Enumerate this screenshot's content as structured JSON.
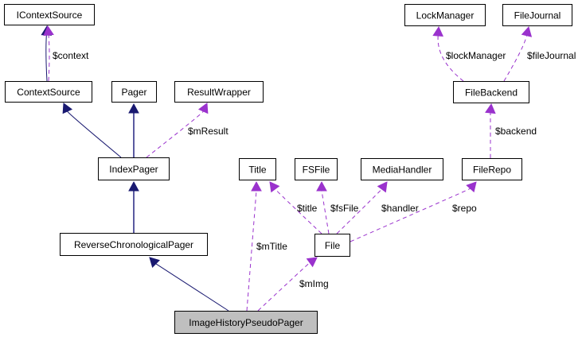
{
  "diagram": {
    "title": "ImageHistoryPseudoPager collaboration graph",
    "colors": {
      "inheritance": "#191970",
      "usage": "#9a32cd",
      "focus_fill": "#bfbfbf"
    },
    "nodes": [
      {
        "id": "IContextSource",
        "label": "IContextSource"
      },
      {
        "id": "ContextSource",
        "label": "ContextSource"
      },
      {
        "id": "Pager",
        "label": "Pager"
      },
      {
        "id": "ResultWrapper",
        "label": "ResultWrapper"
      },
      {
        "id": "IndexPager",
        "label": "IndexPager"
      },
      {
        "id": "ReverseChronologicalPager",
        "label": "ReverseChronologicalPager"
      },
      {
        "id": "LockManager",
        "label": "LockManager"
      },
      {
        "id": "FileJournal",
        "label": "FileJournal"
      },
      {
        "id": "FileBackend",
        "label": "FileBackend"
      },
      {
        "id": "Title",
        "label": "Title"
      },
      {
        "id": "FSFile",
        "label": "FSFile"
      },
      {
        "id": "MediaHandler",
        "label": "MediaHandler"
      },
      {
        "id": "FileRepo",
        "label": "FileRepo"
      },
      {
        "id": "File",
        "label": "File"
      },
      {
        "id": "ImageHistoryPseudoPager",
        "label": "ImageHistoryPseudoPager",
        "focus": true
      }
    ],
    "edges": [
      {
        "from": "ContextSource",
        "to": "IContextSource",
        "type": "inheritance",
        "label": ""
      },
      {
        "from": "ContextSource",
        "to": "IContextSource",
        "type": "usage",
        "label": "$context"
      },
      {
        "from": "IndexPager",
        "to": "ContextSource",
        "type": "inheritance",
        "label": ""
      },
      {
        "from": "IndexPager",
        "to": "Pager",
        "type": "inheritance",
        "label": ""
      },
      {
        "from": "IndexPager",
        "to": "ResultWrapper",
        "type": "usage",
        "label": "$mResult"
      },
      {
        "from": "ReverseChronologicalPager",
        "to": "IndexPager",
        "type": "inheritance",
        "label": ""
      },
      {
        "from": "ImageHistoryPseudoPager",
        "to": "ReverseChronologicalPager",
        "type": "inheritance",
        "label": ""
      },
      {
        "from": "ImageHistoryPseudoPager",
        "to": "Title",
        "type": "usage",
        "label": "$mTitle"
      },
      {
        "from": "ImageHistoryPseudoPager",
        "to": "File",
        "type": "usage",
        "label": "$mImg"
      },
      {
        "from": "File",
        "to": "Title",
        "type": "usage",
        "label": "$title"
      },
      {
        "from": "File",
        "to": "FSFile",
        "type": "usage",
        "label": "$fsFile"
      },
      {
        "from": "File",
        "to": "MediaHandler",
        "type": "usage",
        "label": "$handler"
      },
      {
        "from": "File",
        "to": "FileRepo",
        "type": "usage",
        "label": "$repo"
      },
      {
        "from": "FileRepo",
        "to": "FileBackend",
        "type": "usage",
        "label": "$backend"
      },
      {
        "from": "FileBackend",
        "to": "LockManager",
        "type": "usage",
        "label": "$lockManager"
      },
      {
        "from": "FileBackend",
        "to": "FileJournal",
        "type": "usage",
        "label": "$fileJournal"
      }
    ]
  }
}
